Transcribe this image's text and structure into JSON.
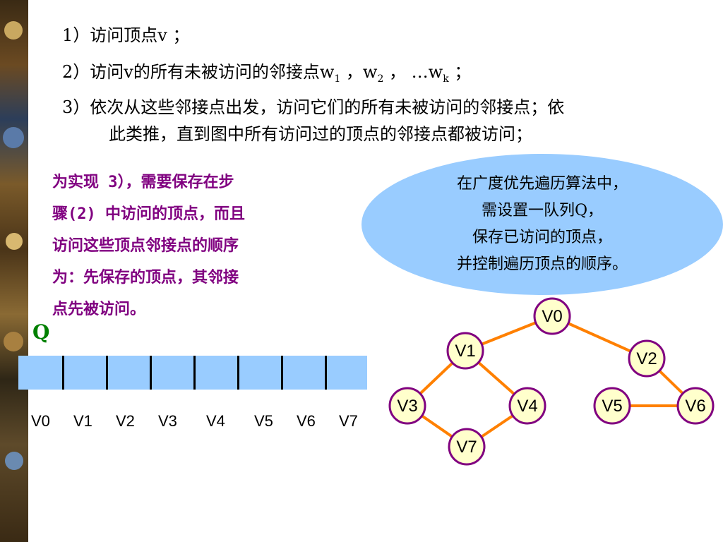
{
  "steps": {
    "step1": "1）访问顶点v ；",
    "step2_main": "2）访问v的所有未被访问的邻接点w",
    "step2_sub1": "1",
    "step2_mid": " ，w",
    "step2_sub2": "2",
    "step2_mid2": " ， …w",
    "step2_sub3": "k",
    "step2_end": " ；",
    "step3_line1": "3）依次从这些邻接点出发，访问它们的所有未被访问的邻接点；依",
    "step3_line2": "此类推，直到图中所有访问过的顶点的邻接点都被访问；"
  },
  "note": {
    "line1": "为实现 3），需要保存在步",
    "line2": "骤(2) 中访问的顶点，而且",
    "line3": "访问这些顶点邻接点的顺序",
    "line4": "为：先保存的顶点，其邻接",
    "line5": "点先被访问。"
  },
  "callout": {
    "line1": "在广度优先遍历算法中，",
    "line2": "需设置一队列Q，",
    "line3": "保存已访问的顶点，",
    "line4": "并控制遍历顶点的顺序。"
  },
  "queue": {
    "label": "Q",
    "slots": [
      "V0",
      "V1",
      "V2",
      "V3",
      "V4",
      "V5",
      "V6",
      "V7"
    ]
  },
  "graph": {
    "nodes": [
      "V0",
      "V1",
      "V2",
      "V3",
      "V4",
      "V5",
      "V6",
      "V7"
    ],
    "edges": [
      [
        "V0",
        "V1"
      ],
      [
        "V0",
        "V2"
      ],
      [
        "V1",
        "V3"
      ],
      [
        "V1",
        "V4"
      ],
      [
        "V3",
        "V7"
      ],
      [
        "V4",
        "V7"
      ],
      [
        "V2",
        "V6"
      ],
      [
        "V5",
        "V6"
      ]
    ],
    "colors": {
      "edge": "#ff8000",
      "node_fill": "#ffffcc",
      "node_stroke": "#800080"
    }
  },
  "colors": {
    "callout_fill": "#99ccff",
    "note_text": "#800080",
    "queue_label": "#008000",
    "queue_fill": "#99ccff"
  }
}
